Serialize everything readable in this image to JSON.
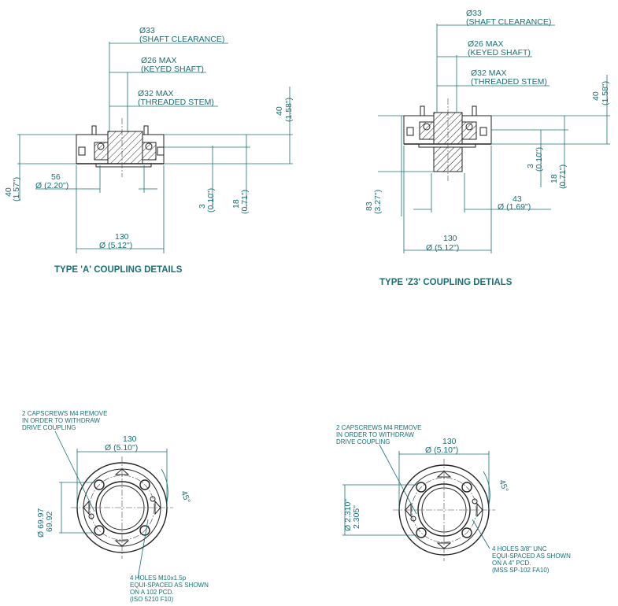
{
  "type_a": {
    "title": "TYPE 'A' COUPLING DETAILS",
    "shaft_clearance": {
      "dia": "Ø33",
      "label": "(SHAFT CLEARANCE)"
    },
    "keyed_shaft": {
      "dia": "Ø26 MAX",
      "label": "(KEYED SHAFT)"
    },
    "threaded_stem": {
      "dia": "Ø32 MAX",
      "label": "(THREADED STEM)"
    },
    "height_40_right": {
      "mm": "40",
      "in": "(1.58\")"
    },
    "height_40_left": {
      "mm": "40",
      "in": "(1.57\")"
    },
    "dia_56": {
      "mm": "56",
      "in": "Ø  (2.20\")"
    },
    "dim_3": {
      "mm": "3",
      "in": "(0.10\")"
    },
    "dim_18": {
      "mm": "18",
      "in": "(0.71\")"
    },
    "dia_130": {
      "mm": "130",
      "in": "Ø  (5.12\")"
    }
  },
  "type_z3": {
    "title": "TYPE 'Z3' COUPLING DETIALS",
    "shaft_clearance": {
      "dia": "Ø33",
      "label": "(SHAFT CLEARANCE)"
    },
    "keyed_shaft": {
      "dia": "Ø26 MAX",
      "label": "(KEYED SHAFT)"
    },
    "threaded_stem": {
      "dia": "Ø32 MAX",
      "label": "(THREADED STEM)"
    },
    "height_40": {
      "mm": "40",
      "in": "(1.58\")"
    },
    "height_83": {
      "mm": "83",
      "in": "(3.27\")"
    },
    "dim_3": {
      "mm": "3",
      "in": "(0.10\")"
    },
    "dim_18": {
      "mm": "18",
      "in": "(0.71\")"
    },
    "dia_43": {
      "mm": "43",
      "in": "Ø  (1.69\")"
    },
    "dia_130": {
      "mm": "130",
      "in": "Ø  (5.12\")"
    }
  },
  "plan_left": {
    "note_line1": "2 CAPSCREWS M4 REMOVE",
    "note_line2": "IN ORDER TO WITHDRAW",
    "note_line3": "DRIVE COUPLING",
    "dia_130": {
      "mm": "130",
      "in": "Ø  (5.10\")"
    },
    "angle": "45°",
    "bore_a": "Ø 69.97",
    "bore_b": "69.92",
    "holes_line1": "4 HOLES M10x1.5p",
    "holes_line2": "EQUI-SPACED  AS SHOWN",
    "holes_line3": "ON A 102 PCD.",
    "holes_line4": "(ISO 5210 F10)"
  },
  "plan_right": {
    "note_line1": "2 CAPSCREWS M4 REMOVE",
    "note_line2": "IN ORDER TO WITHDRAW",
    "note_line3": "DRIVE COUPLING",
    "dia_130": {
      "mm": "130",
      "in": "Ø  (5.10\")"
    },
    "angle": "45°",
    "bore_a": "Ø 2.310\"",
    "bore_b": "2.305\"",
    "holes_line1": "4 HOLES 3/8\" UNC",
    "holes_line2": "EQUI-SPACED  AS SHOWN",
    "holes_line3": "ON A 4\" PCD.",
    "holes_line4": "(MSS SP-102 FA10)"
  },
  "colors": {
    "dimension": "#1a6f73",
    "outline": "#222222"
  }
}
